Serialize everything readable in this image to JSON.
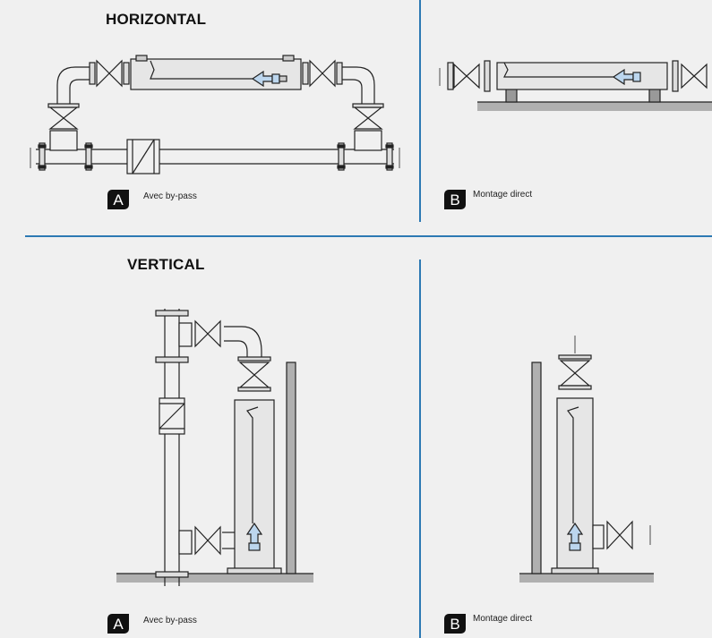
{
  "sections": {
    "horizontal": {
      "title": "HORIZONTAL"
    },
    "vertical": {
      "title": "VERTICAL"
    }
  },
  "panels": {
    "h_a": {
      "badge": "A",
      "caption": "Avec by-pass"
    },
    "h_b": {
      "badge": "B",
      "caption": "Montage direct"
    },
    "v_a": {
      "badge": "A",
      "caption": "Avec by-pass"
    },
    "v_b": {
      "badge": "B",
      "caption": "Montage direct"
    }
  },
  "colors": {
    "divider": "#2d79b3",
    "pipe_fill": "#e6e6e6",
    "arrow_fill": "#bcd6ee",
    "ground": "#b0b0b0",
    "line": "#222222"
  }
}
